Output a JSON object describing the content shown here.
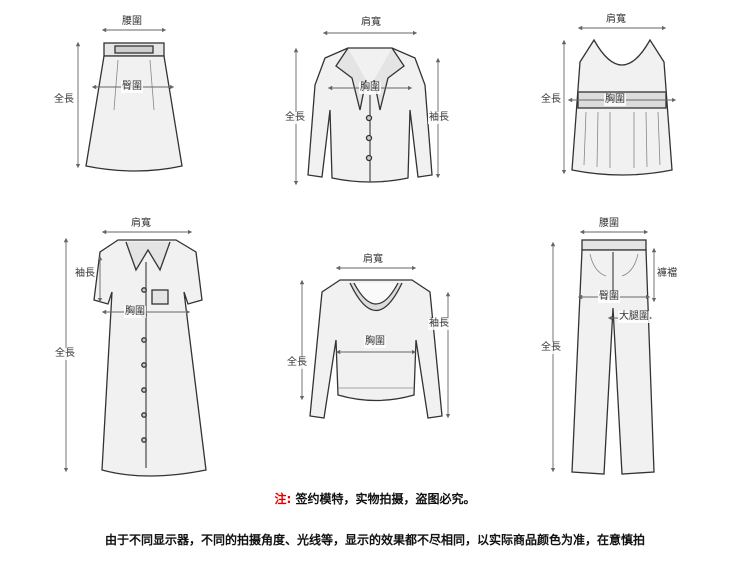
{
  "labels": {
    "skirt_waist": "腰圍",
    "skirt_hip": "臀圍",
    "skirt_length": "全長",
    "jacket_shoulder": "肩寬",
    "jacket_chest": "胸圍",
    "jacket_length": "全長",
    "jacket_sleeve": "袖長",
    "tank_shoulder": "肩寬",
    "tank_chest": "胸圍",
    "tank_length": "全長",
    "dress_shoulder": "肩寬",
    "dress_sleeve": "袖長",
    "dress_chest": "胸圍",
    "dress_length": "全長",
    "sweater_shoulder": "肩寬",
    "sweater_sleeve": "袖長",
    "sweater_chest": "胸圍",
    "sweater_length": "全長",
    "pants_waist": "腰圍",
    "pants_rise": "褲襠",
    "pants_hip": "臀圍",
    "pants_thigh": "大腿圍",
    "pants_length": "全長"
  },
  "note": {
    "prefix": "注:",
    "text": "签约模特，实物拍摄，盗图必究。"
  },
  "footer": "由于不同显示器，不同的拍摄角度、光线等，显示的效果都不尽相同，以实际商品颜色为准，在意慎拍"
}
